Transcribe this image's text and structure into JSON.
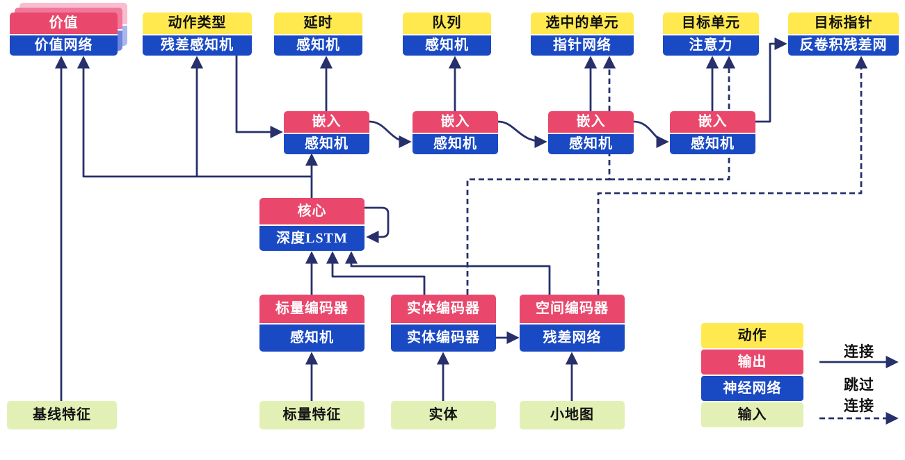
{
  "nodes": {
    "top": [
      {
        "header": "价值",
        "body": "价值网络"
      },
      {
        "header": "动作类型",
        "body": "残差感知机"
      },
      {
        "header": "延时",
        "body": "感知机"
      },
      {
        "header": "队列",
        "body": "感知机"
      },
      {
        "header": "选中的单元",
        "body": "指针网络"
      },
      {
        "header": "目标单元",
        "body": "注意力"
      },
      {
        "header": "目标指针",
        "body": "反卷积残差网"
      }
    ],
    "embed": [
      {
        "header": "嵌入",
        "body": "感知机"
      },
      {
        "header": "嵌入",
        "body": "感知机"
      },
      {
        "header": "嵌入",
        "body": "感知机"
      },
      {
        "header": "嵌入",
        "body": "感知机"
      }
    ],
    "core": {
      "header": "核心",
      "body": "深度LSTM"
    },
    "encoders": [
      {
        "header": "标量编码器",
        "body": "感知机"
      },
      {
        "header": "实体编码器",
        "body": "实体编码器"
      },
      {
        "header": "空间编码器",
        "body": "残差网络"
      }
    ],
    "inputs": [
      {
        "label": "基线特征"
      },
      {
        "label": "标量特征"
      },
      {
        "label": "实体"
      },
      {
        "label": "小地图"
      }
    ]
  },
  "legend": {
    "items": [
      {
        "label": "动作",
        "color": "#FFE94F"
      },
      {
        "label": "输出",
        "color": "#E9486C"
      },
      {
        "label": "神经网络",
        "color": "#1A49C4"
      },
      {
        "label": "输入",
        "color": "#E3F0B5"
      }
    ],
    "solid_arrow_label": "连接",
    "dashed_arrow_label_line1": "跳过",
    "dashed_arrow_label_line2": "连接"
  },
  "colors": {
    "action_yellow": "#FFE94F",
    "output_red": "#E9486C",
    "network_blue": "#1A49C4",
    "input_green": "#E3F0B5",
    "arrow_navy": "#27306B"
  }
}
